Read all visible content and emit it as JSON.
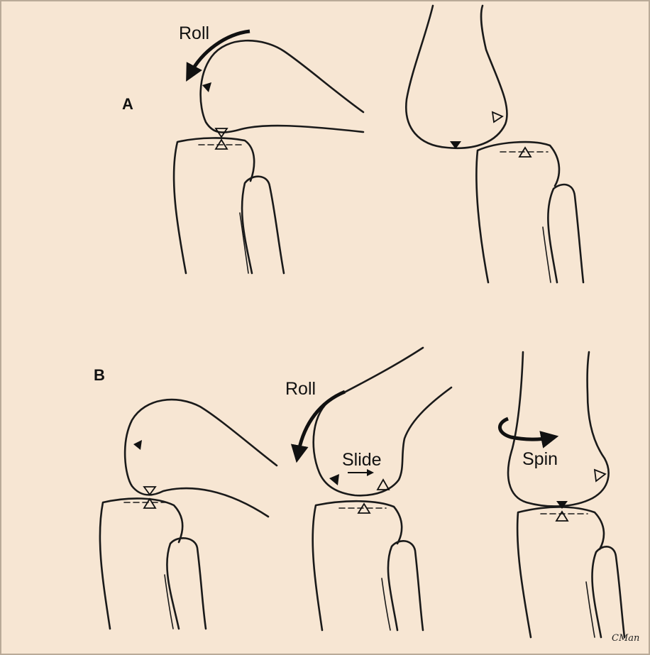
{
  "diagram": {
    "panels": [
      {
        "id": "A",
        "label": "A",
        "annotations": {
          "roll": "Roll"
        },
        "sub_figures": [
          "flexion-roll-only",
          "neutral"
        ]
      },
      {
        "id": "B",
        "label": "B",
        "annotations": {
          "roll": "Roll",
          "slide": "Slide",
          "spin": "Spin"
        },
        "sub_figures": [
          "neutral",
          "roll-and-slide",
          "spin"
        ]
      }
    ],
    "signature": "CMan",
    "colors": {
      "background": "#f7e6d3",
      "ink": "#1a1a1a",
      "frame": "#b9aa98"
    }
  }
}
